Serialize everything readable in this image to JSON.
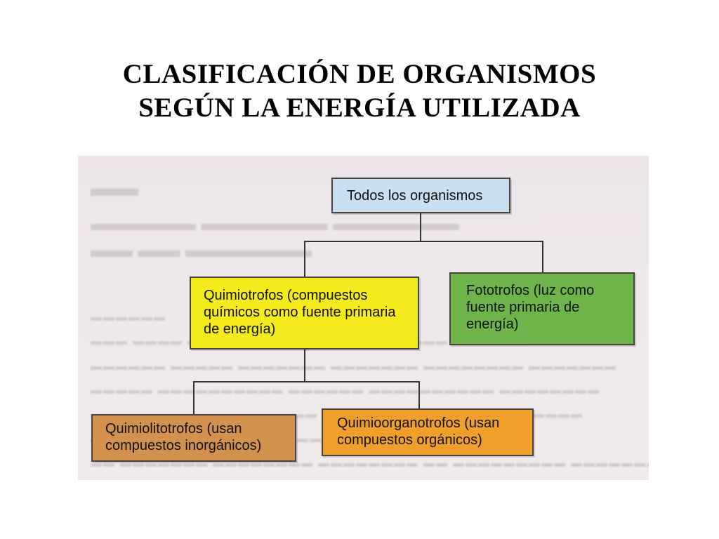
{
  "title": {
    "line1": "CLASIFICACIÓN DE ORGANISMOS",
    "line2": "SEGÚN LA ENERGÍA UTILIZADA"
  },
  "diagram": {
    "root": {
      "label": "Todos los organismos",
      "color": "#c9dff2"
    },
    "quimiotrofos": {
      "label": "Quimiotrofos (compuestos químicos como fuente primaria de energía)",
      "color": "#f4ea1c"
    },
    "fototrofos": {
      "label": "Fototrofos (luz como fuente primaria de energía)",
      "color": "#6fb44b"
    },
    "quimiolitotrofos": {
      "label": "Quimiolitotrofos (usan compuestos inorgánicos)",
      "color": "#d2914d"
    },
    "quimioorganotrofos": {
      "label": "Quimioorganotrofos (usan compuestos orgánicos)",
      "color": "#f0a02a"
    }
  }
}
